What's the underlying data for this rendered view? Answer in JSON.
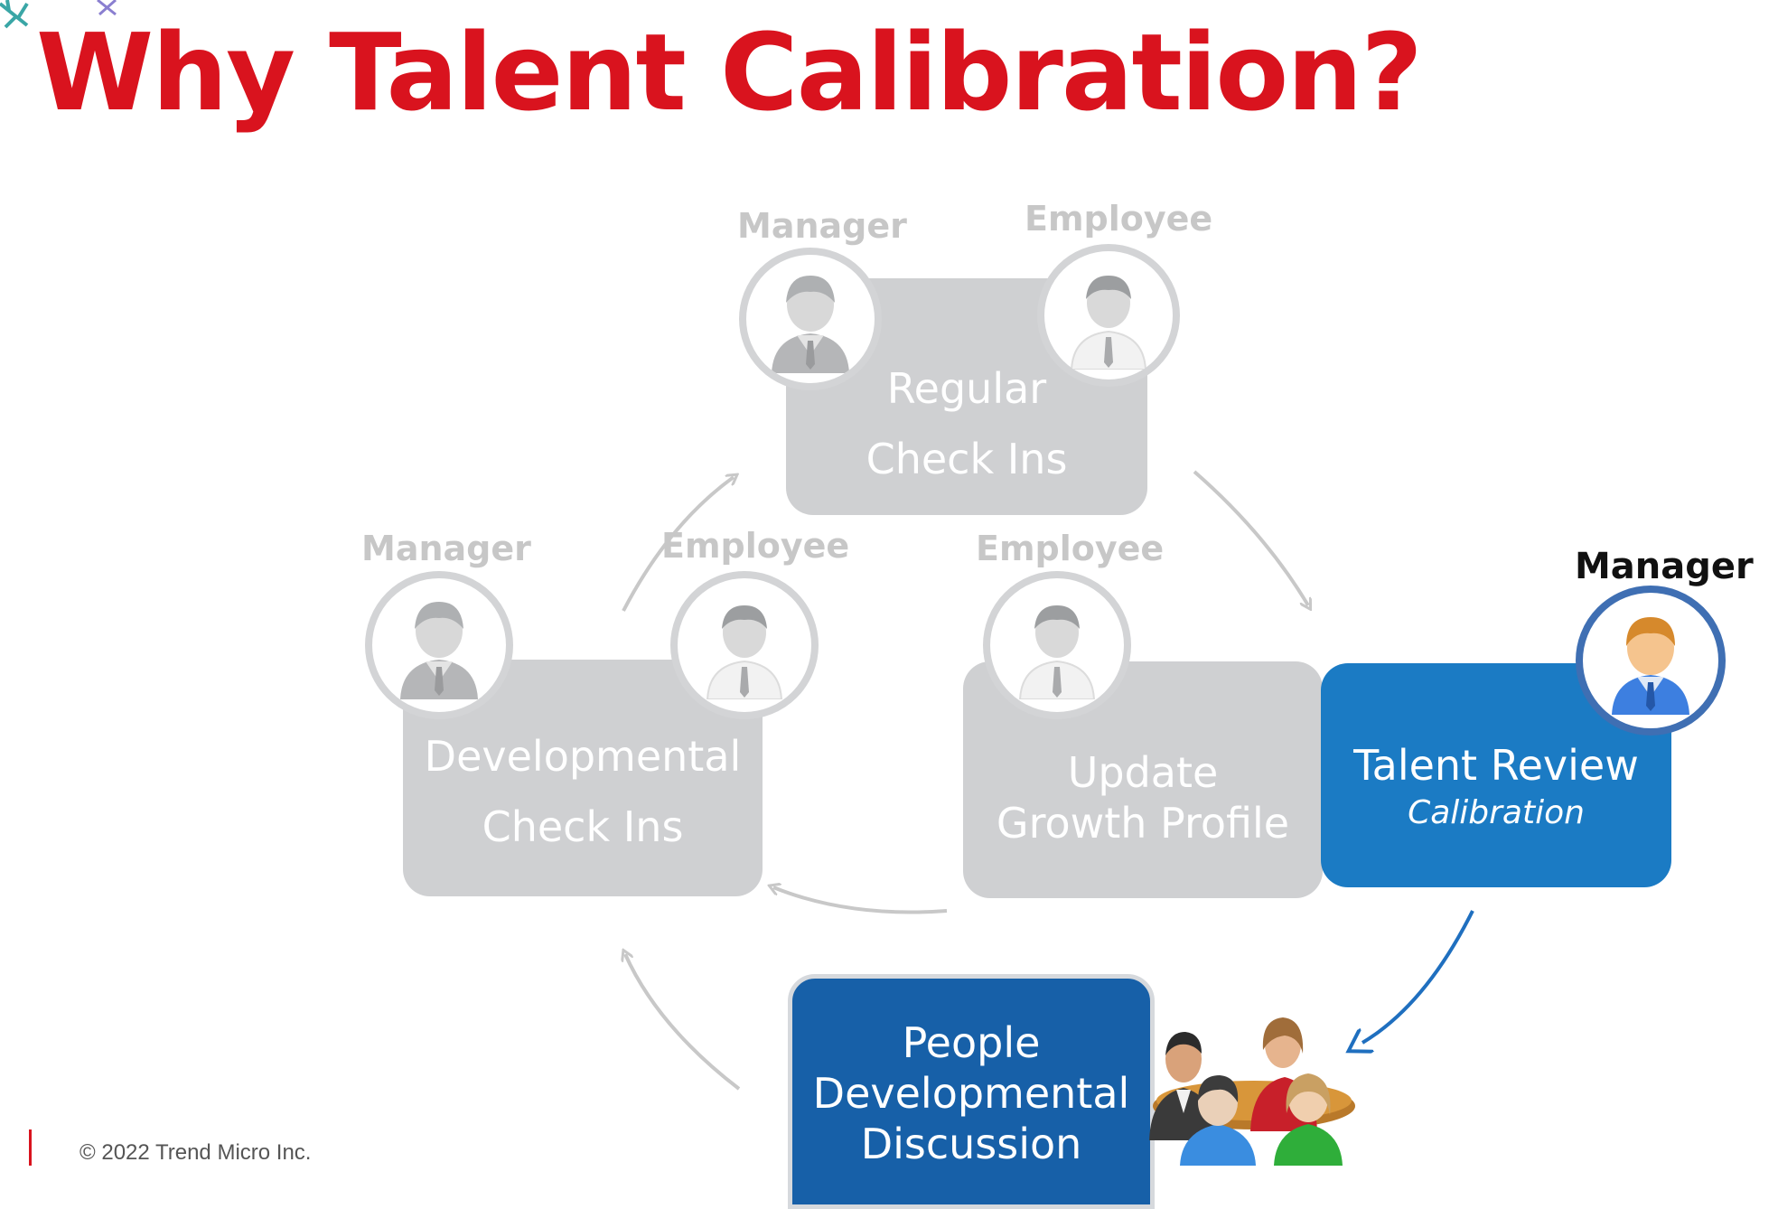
{
  "title": "Why Talent Calibration?",
  "footer": "© 2022 Trend Micro Inc.",
  "nodes": {
    "regular": {
      "line1": "Regular",
      "line2": "Check Ins",
      "role_left": "Manager",
      "role_right": "Employee"
    },
    "developmental": {
      "line1": "Developmental",
      "line2": "Check Ins",
      "role_left": "Manager",
      "role_right": "Employee"
    },
    "growth": {
      "line1": "Update",
      "line2": "Growth Profile",
      "role": "Employee"
    },
    "talent_review": {
      "line1": "Talent Review",
      "line2": "Calibration",
      "role": "Manager"
    },
    "people": {
      "line1": "People",
      "line2": "Developmental",
      "line3": "Discussion"
    }
  },
  "colors": {
    "title": "#d9131e",
    "gray_card": "#cfd0d2",
    "blue_card": "#1b7bc4",
    "navy_card": "#1760a8",
    "inactive_text": "#c7c7c7",
    "blue_arrow": "#1f6fbf"
  },
  "icons": [
    "manager-avatar-icon",
    "employee-avatar-icon",
    "group-meeting-icon"
  ]
}
